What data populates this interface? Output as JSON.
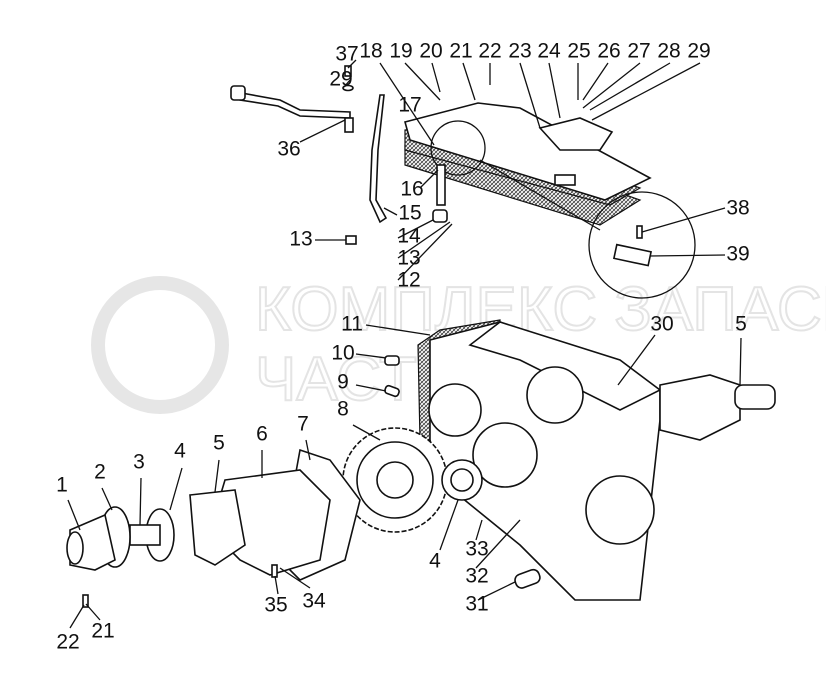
{
  "diagram": {
    "title": "Gearbox housing exploded view",
    "watermark": [
      "КОМПЛЕКС ЗАПАСНЫХ",
      "ЧАСТЕЙ"
    ],
    "labels": [
      "37",
      "29",
      "36",
      "18",
      "19",
      "20",
      "21",
      "22",
      "23",
      "24",
      "25",
      "26",
      "27",
      "28",
      "29",
      "17",
      "16",
      "15",
      "14",
      "13",
      "12",
      "13",
      "38",
      "39",
      "11",
      "10",
      "9",
      "8",
      "30",
      "5",
      "7",
      "6",
      "5",
      "4",
      "3",
      "2",
      "1",
      "4",
      "33",
      "32",
      "31",
      "35",
      "34",
      "22",
      "21"
    ]
  }
}
